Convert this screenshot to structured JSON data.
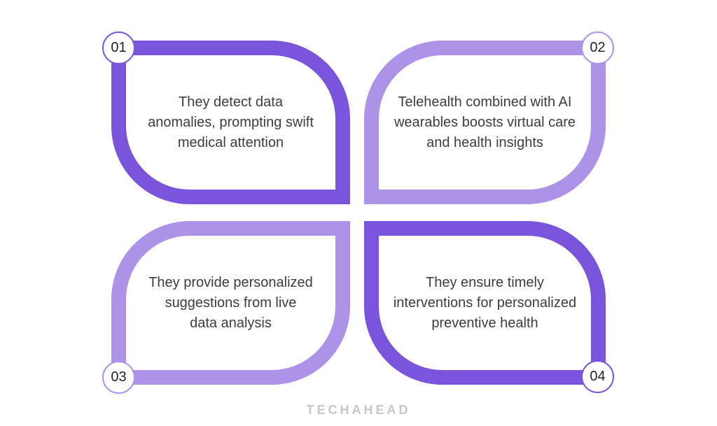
{
  "colors": {
    "dark_purple": "#7a55dc",
    "light_purple": "#ad93e8",
    "text_color": "#3d3d3d",
    "badge_text": "#232323",
    "logo_gray": "#c8c8c8",
    "background": "#ffffff"
  },
  "quadrants": [
    {
      "number": "01",
      "tone": "dark",
      "text": "They detect data\nanomalies, prompting swift\nmedical attention"
    },
    {
      "number": "02",
      "tone": "light",
      "text": "Telehealth combined with AI\nwearables boosts virtual care\nand health insights"
    },
    {
      "number": "03",
      "tone": "light",
      "text": "They provide personalized\nsuggestions from live\ndata analysis"
    },
    {
      "number": "04",
      "tone": "dark",
      "text": "They ensure timely\ninterventions for personalized\npreventive health"
    }
  ],
  "footer": {
    "logo_text": "TECHAHEAD"
  }
}
